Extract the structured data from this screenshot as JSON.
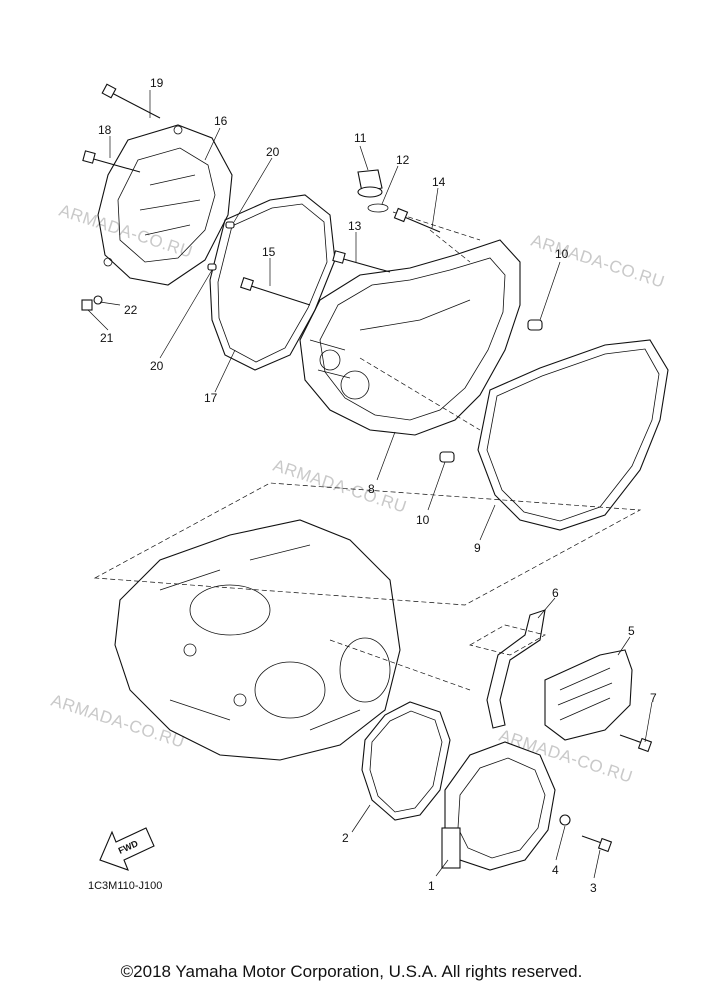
{
  "callouts": [
    "1",
    "2",
    "3",
    "4",
    "5",
    "6",
    "7",
    "8",
    "9",
    "10",
    "10",
    "11",
    "12",
    "13",
    "14",
    "15",
    "16",
    "17",
    "18",
    "19",
    "20",
    "20",
    "21",
    "22"
  ],
  "watermark": "ARMADA-CO.RU",
  "fwd_label": "FWD",
  "drawing_code": "1C3M110-J100",
  "copyright": "©2018 Yamaha Motor Corporation, U.S.A. All rights reserved."
}
